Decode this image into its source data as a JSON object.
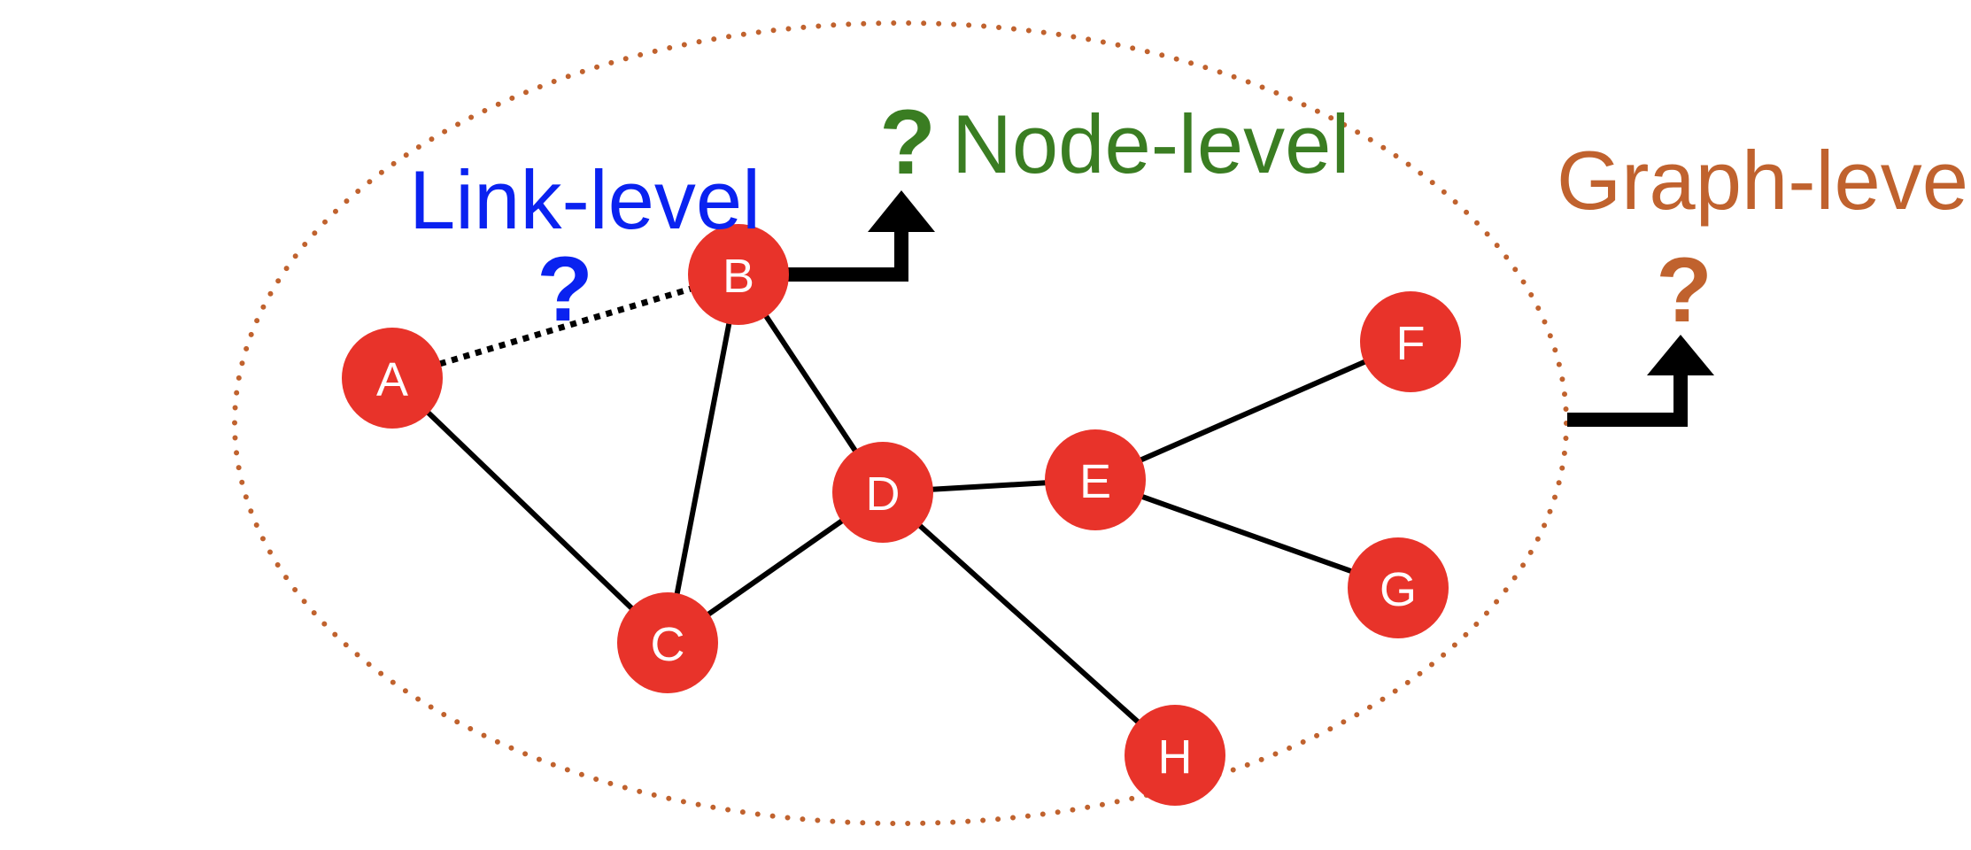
{
  "colors": {
    "node_fill": "#e8332a",
    "node_text": "#ffffff",
    "edge": "#000000",
    "link_level": "#0a22f0",
    "node_level": "#3a7d22",
    "graph_level": "#c0622e",
    "ellipse": "#c0622e"
  },
  "nodes": [
    {
      "id": "A",
      "label": "A"
    },
    {
      "id": "B",
      "label": "B"
    },
    {
      "id": "C",
      "label": "C"
    },
    {
      "id": "D",
      "label": "D"
    },
    {
      "id": "E",
      "label": "E"
    },
    {
      "id": "F",
      "label": "F"
    },
    {
      "id": "G",
      "label": "G"
    },
    {
      "id": "H",
      "label": "H"
    }
  ],
  "edges": [
    {
      "from": "A",
      "to": "B",
      "style": "dotted"
    },
    {
      "from": "A",
      "to": "C",
      "style": "solid"
    },
    {
      "from": "B",
      "to": "C",
      "style": "solid"
    },
    {
      "from": "B",
      "to": "D",
      "style": "solid"
    },
    {
      "from": "C",
      "to": "D",
      "style": "solid"
    },
    {
      "from": "D",
      "to": "E",
      "style": "solid"
    },
    {
      "from": "D",
      "to": "H",
      "style": "solid"
    },
    {
      "from": "E",
      "to": "F",
      "style": "solid"
    },
    {
      "from": "E",
      "to": "G",
      "style": "solid"
    }
  ],
  "labels": {
    "link_level": "Link-level",
    "link_question": "?",
    "node_level": "Node-level",
    "node_question": "?",
    "graph_level": "Graph-level",
    "graph_question": "?"
  }
}
